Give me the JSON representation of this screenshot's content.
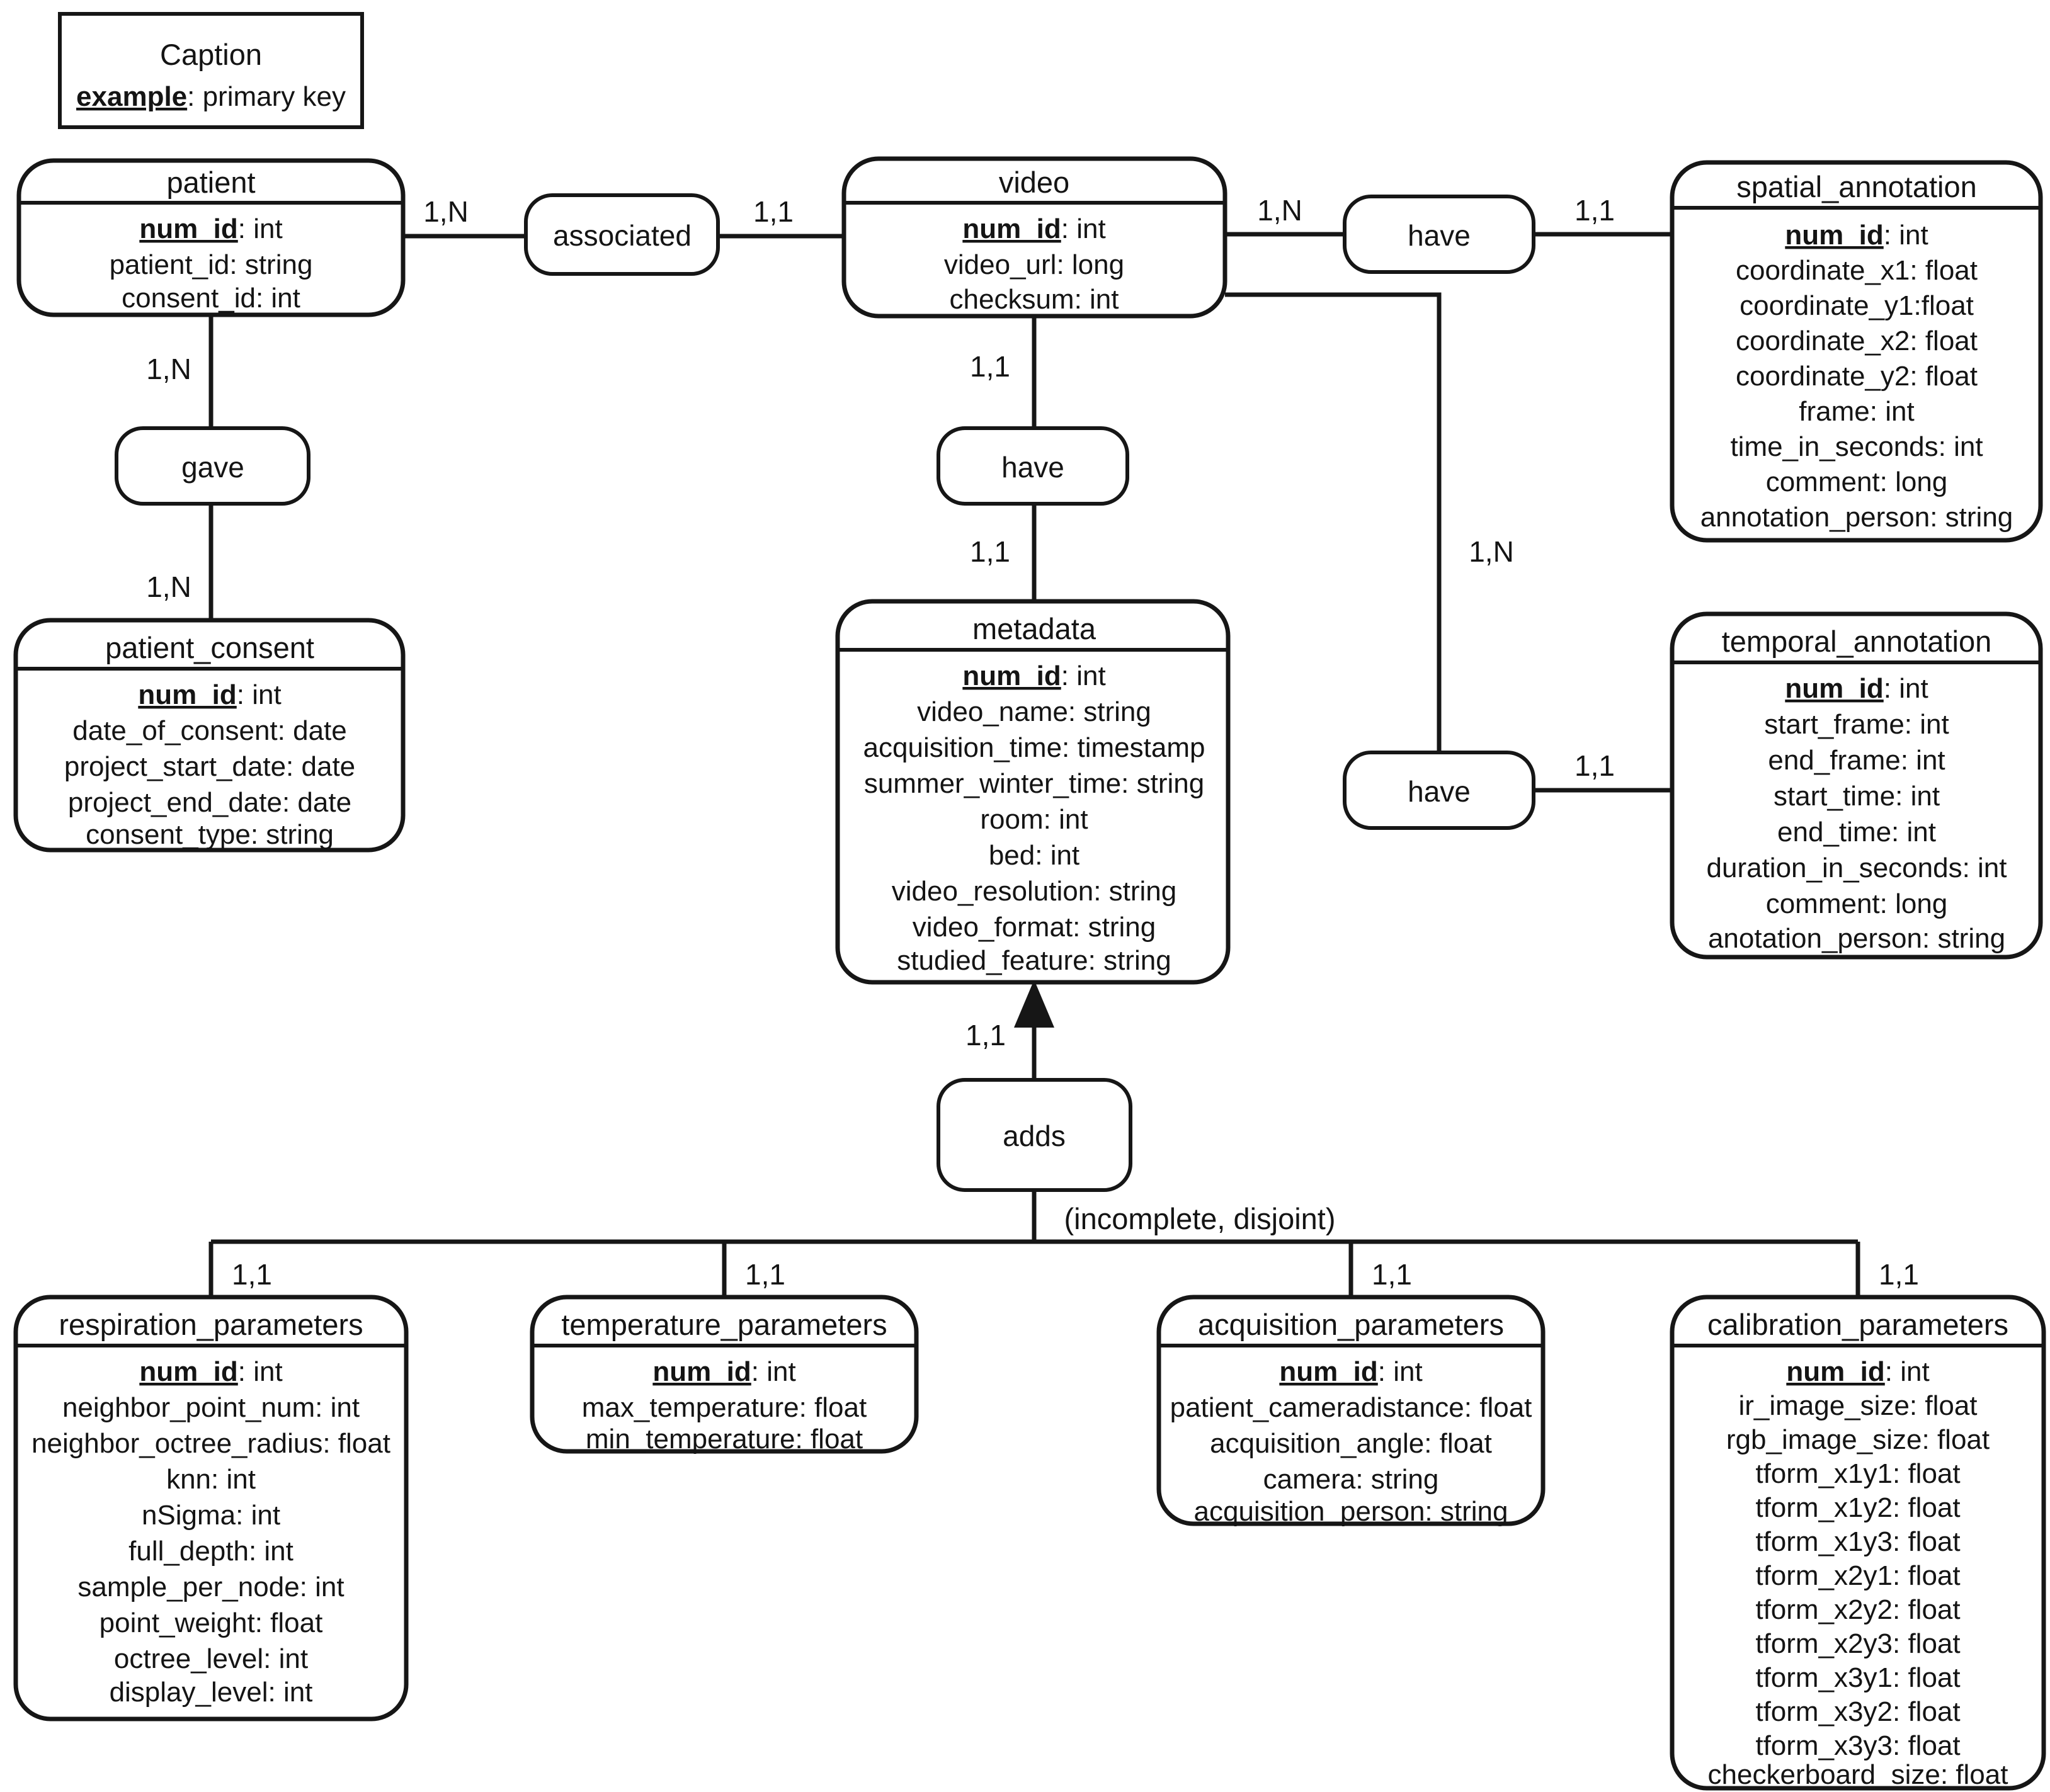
{
  "caption": {
    "title": "Caption",
    "key_term": "example",
    "key_suffix": ": primary key"
  },
  "constraint_label": "(incomplete, disjoint)",
  "relationships": {
    "associated": "associated",
    "gave": "gave",
    "have_spatial": "have",
    "have_metadata": "have",
    "have_temporal": "have",
    "adds": "adds"
  },
  "cardinalities": {
    "patient_associated": "1,N",
    "associated_video": "1,1",
    "video_have_spatial": "1,N",
    "have_spatial_annotation": "1,1",
    "patient_gave": "1,N",
    "gave_patient_consent": "1,N",
    "video_have_metadata": "1,1",
    "have_metadata_metadata": "1,1",
    "video_have_temporal": "1,N",
    "have_temporal_annotation": "1,1",
    "adds_metadata": "1,1",
    "adds_respiration": "1,1",
    "adds_temperature": "1,1",
    "adds_acquisition": "1,1",
    "adds_calibration": "1,1"
  },
  "entities": {
    "patient": {
      "name": "patient",
      "pk": "num_id",
      "pk_type": ": int",
      "attrs": [
        "patient_id: string",
        "consent_id: int"
      ]
    },
    "video": {
      "name": "video",
      "pk": "num_id",
      "pk_type": ": int",
      "attrs": [
        "video_url: long",
        "checksum: int"
      ]
    },
    "spatial_annotation": {
      "name": "spatial_annotation",
      "pk": "num_id",
      "pk_type": ": int",
      "attrs": [
        "coordinate_x1: float",
        "coordinate_y1:float",
        "coordinate_x2: float",
        "coordinate_y2: float",
        "frame: int",
        "time_in_seconds: int",
        "comment: long",
        "annotation_person: string"
      ]
    },
    "patient_consent": {
      "name": "patient_consent",
      "pk": "num_id",
      "pk_type": ": int",
      "attrs": [
        "date_of_consent: date",
        "project_start_date: date",
        "project_end_date: date",
        "consent_type: string"
      ]
    },
    "metadata": {
      "name": "metadata",
      "pk": "num_id",
      "pk_type": ": int",
      "attrs": [
        "video_name: string",
        "acquisition_time: timestamp",
        "summer_winter_time: string",
        "room: int",
        "bed: int",
        "video_resolution: string",
        "video_format: string",
        "studied_feature: string"
      ]
    },
    "temporal_annotation": {
      "name": "temporal_annotation",
      "pk": "num_id",
      "pk_type": ": int",
      "attrs": [
        "start_frame: int",
        "end_frame: int",
        "start_time: int",
        "end_time: int",
        "duration_in_seconds: int",
        "comment: long",
        "anotation_person: string"
      ]
    },
    "respiration_parameters": {
      "name": "respiration_parameters",
      "pk": "num_id",
      "pk_type": ": int",
      "attrs": [
        "neighbor_point_num: int",
        "neighbor_octree_radius: float",
        "knn: int",
        "nSigma: int",
        "full_depth: int",
        "sample_per_node: int",
        "point_weight: float",
        "octree_level: int",
        "display_level: int"
      ]
    },
    "temperature_parameters": {
      "name": "temperature_parameters",
      "pk": "num_id",
      "pk_type": ": int",
      "attrs": [
        "max_temperature: float",
        "min_temperature: float"
      ]
    },
    "acquisition_parameters": {
      "name": "acquisition_parameters",
      "pk": "num_id",
      "pk_type": ": int",
      "attrs": [
        "patient_cameradistance: float",
        "acquisition_angle: float",
        "camera: string",
        "acquisition_person: string"
      ]
    },
    "calibration_parameters": {
      "name": "calibration_parameters",
      "pk": "num_id",
      "pk_type": ": int",
      "attrs": [
        "ir_image_size: float",
        "rgb_image_size: float",
        "tform_x1y1: float",
        "tform_x1y2: float",
        "tform_x1y3: float",
        "tform_x2y1: float",
        "tform_x2y2: float",
        "tform_x2y3: float",
        "tform_x3y1: float",
        "tform_x3y2: float",
        "tform_x3y3: float",
        "checkerboard_size: float"
      ]
    }
  }
}
